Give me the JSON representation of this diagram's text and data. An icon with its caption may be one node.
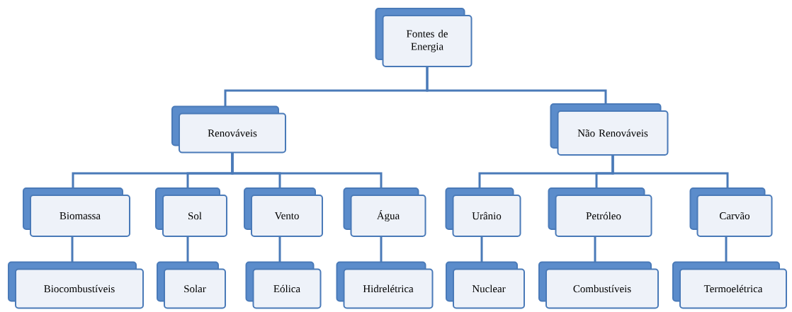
{
  "diagram": {
    "nodes": [
      {
        "text": [
          "Fontes de Energia"
        ]
      },
      {
        "text": [
          "Renováveis"
        ]
      },
      {
        "text": [
          "Não Renováveis"
        ]
      },
      {
        "text": [
          "Biomassa"
        ]
      },
      {
        "text": [
          "Sol"
        ]
      },
      {
        "text": [
          "Vento"
        ]
      },
      {
        "text": [
          "Água"
        ]
      },
      {
        "text": [
          "Urânio"
        ]
      },
      {
        "text": [
          "Petróleo"
        ]
      },
      {
        "text": [
          "Carvão"
        ]
      },
      {
        "text": [
          "Biocombustíveis"
        ]
      },
      {
        "text": [
          "Solar"
        ]
      },
      {
        "text": [
          "Eólica"
        ]
      },
      {
        "text": [
          "Hidrelétrica"
        ]
      },
      {
        "text": [
          "Nuclear"
        ]
      },
      {
        "text": [
          "Combustíveis"
        ]
      },
      {
        "text": [
          "Termoelétrica"
        ]
      }
    ],
    "edges": [
      {
        "from": 0,
        "to": 1,
        "arrow": "none"
      },
      {
        "from": 0,
        "to": 2,
        "arrow": "none"
      },
      {
        "from": 1,
        "to": 3,
        "arrow": "none"
      },
      {
        "from": 1,
        "to": 4,
        "arrow": "none"
      },
      {
        "from": 1,
        "to": 5,
        "arrow": "none"
      },
      {
        "from": 1,
        "to": 6,
        "arrow": "none"
      },
      {
        "from": 2,
        "to": 7,
        "arrow": "none"
      },
      {
        "from": 2,
        "to": 8,
        "arrow": "none"
      },
      {
        "from": 2,
        "to": 9,
        "arrow": "none"
      },
      {
        "from": 3,
        "to": 10,
        "arrow": "none"
      },
      {
        "from": 4,
        "to": 11,
        "arrow": "none"
      },
      {
        "from": 5,
        "to": 12,
        "arrow": "none"
      },
      {
        "from": 6,
        "to": 13,
        "arrow": "none"
      },
      {
        "from": 7,
        "to": 14,
        "arrow": "none"
      },
      {
        "from": 8,
        "to": 15,
        "arrow": "none"
      },
      {
        "from": 9,
        "to": 16,
        "arrow": "none"
      }
    ]
  }
}
